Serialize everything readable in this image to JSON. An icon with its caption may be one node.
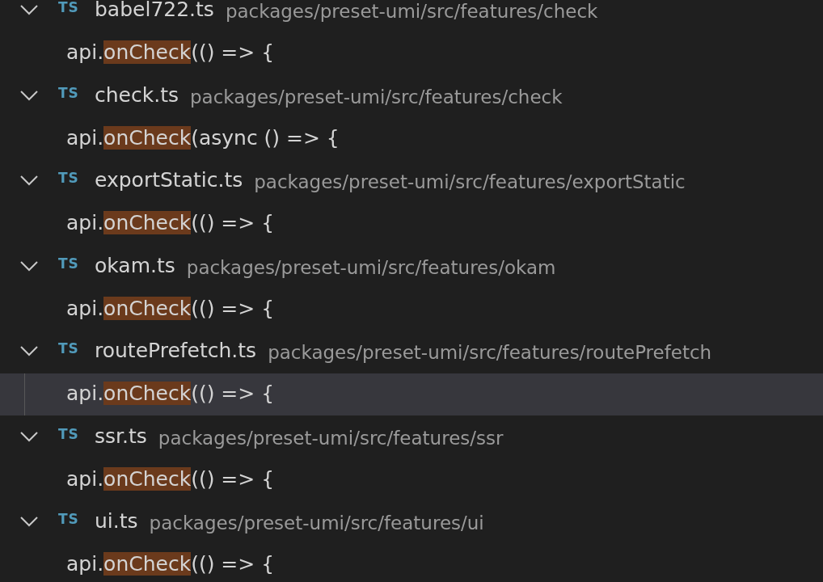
{
  "diagram": {
    "labels": [
      "TS",
      "babel722.ts",
      "packages/preset-umi/src/features/check",
      "api.onCheck(() => {",
      "TS",
      "check.ts",
      "packages/preset-umi/src/features/check",
      "api.onCheck(async () => {",
      "TS",
      "exportStatic.ts",
      "packages/preset-umi/src/features/exportStatic",
      "api.onCheck(() => {",
      "TS",
      "okam.ts",
      "packages/preset-umi/src/features/okam",
      "api.onCheck(() => {",
      "TS",
      "routePrefetch.ts",
      "packages/preset-umi/src/features/routePrefetch",
      "api.onCheck(() => {",
      "TS",
      "ssr.ts",
      "packages/preset-umi/src/features/ssr",
      "api.onCheck(() => {",
      "TS",
      "ui.ts",
      "packages/preset-umi/src/features/ui",
      "api.onCheck(() => {"
    ]
  }
}
